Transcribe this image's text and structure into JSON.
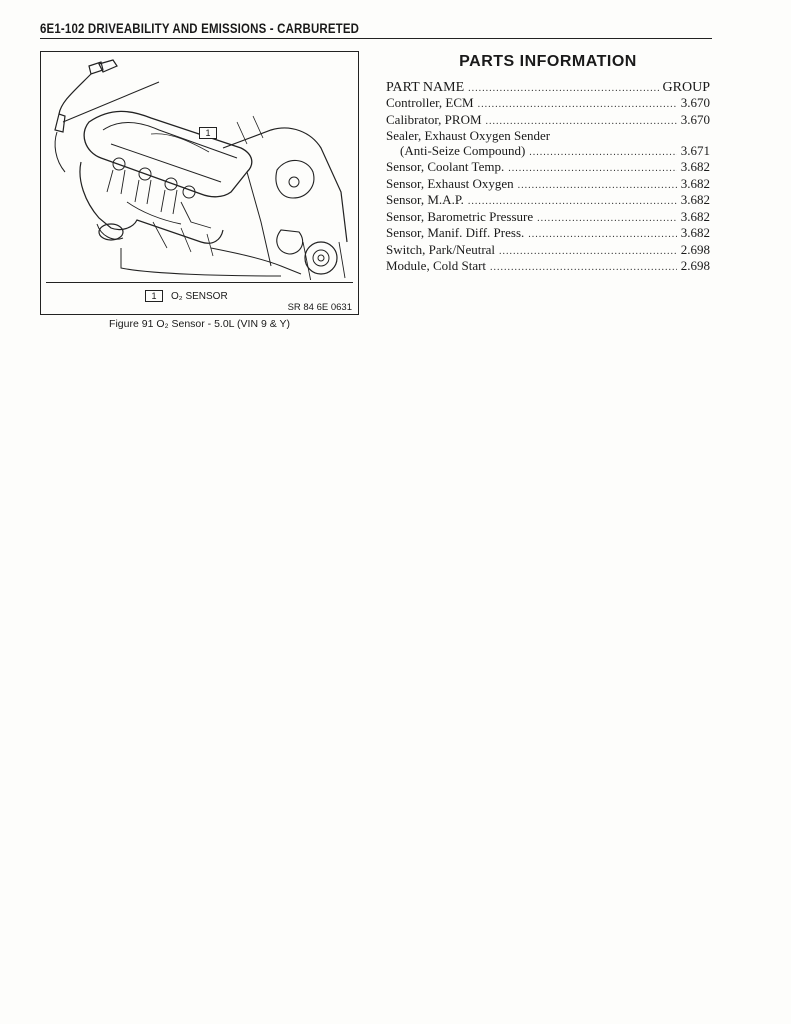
{
  "header": {
    "title": "6E1-102  DRIVEABILITY AND EMISSIONS - CARBURETED"
  },
  "figure": {
    "callout_number": "1",
    "legend": {
      "number": "1",
      "label": "O₂ SENSOR"
    },
    "source_code": "SR 84 6E 0631",
    "caption": "Figure 91 O₂ Sensor - 5.0L (VIN 9 & Y)"
  },
  "parts": {
    "title": "PARTS INFORMATION",
    "header": {
      "name": "PART NAME",
      "group": "GROUP"
    },
    "rows": [
      {
        "name": "Controller, ECM",
        "group": "3.670"
      },
      {
        "name": "Calibrator, PROM",
        "group": "3.670"
      },
      {
        "name": "Sealer, Exhaust Oxygen Sender",
        "group": ""
      },
      {
        "name": "(Anti-Seize Compound)",
        "group": "3.671"
      },
      {
        "name": "Sensor, Coolant Temp.",
        "group": "3.682"
      },
      {
        "name": "Sensor, Exhaust Oxygen",
        "group": "3.682"
      },
      {
        "name": "Sensor, M.A.P.",
        "group": "3.682"
      },
      {
        "name": "Sensor, Barometric Pressure",
        "group": "3.682"
      },
      {
        "name": "Sensor, Manif. Diff. Press.",
        "group": "3.682"
      },
      {
        "name": "Switch, Park/Neutral",
        "group": "2.698"
      },
      {
        "name": "Module, Cold Start",
        "group": "2.698"
      }
    ]
  }
}
